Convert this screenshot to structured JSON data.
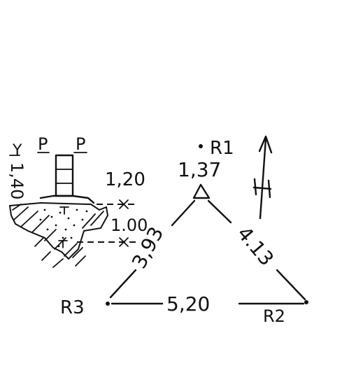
{
  "points": {
    "r1": "R1",
    "r2": "R2",
    "r3": "R3"
  },
  "measurements": {
    "r1_height": "1,37",
    "r1_r2": "4.13",
    "r1_r3": "3,93",
    "r2_r3": "5,20",
    "pillar_height": "1,20",
    "depth": "1.00",
    "ground_depth": "1,40"
  },
  "marker": {
    "label_left": "P",
    "label_right": "P",
    "axis_label": "Y"
  },
  "colors": {
    "ink": "#111111",
    "paper": "#ffffff"
  },
  "icons": {
    "north": "north-arrow-icon"
  }
}
